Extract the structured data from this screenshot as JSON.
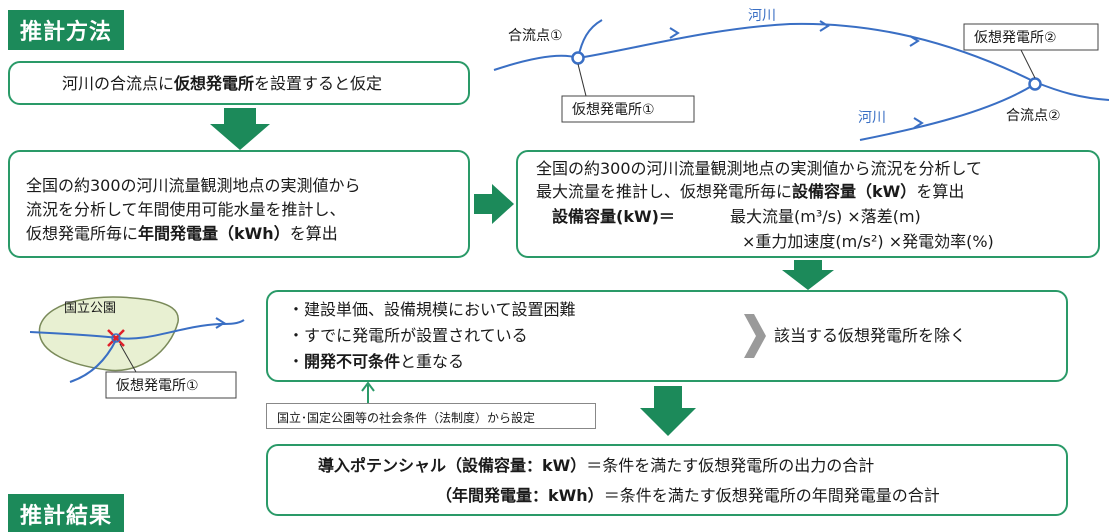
{
  "section_method": "推計方法",
  "section_result": "推計結果",
  "step1": {
    "a": "河川の合流点に",
    "b": "仮想発電所",
    "c": "を設置すると仮定"
  },
  "step2": {
    "line1": "全国の約300の河川流量観測地点の実測値から",
    "line2": "流況を分析して年間使用可能水量を推計し、",
    "line3a": "仮想発電所毎に",
    "line3b": "年間発電量（kWh）",
    "line3c": "を算出"
  },
  "step3": {
    "line1": "全国の約300の河川流量観測地点の実測値から流況を分析して",
    "line2a": "最大流量を推計し、仮想発電所毎に",
    "line2b": "設備容量（kW）",
    "line2c": "を算出",
    "formula_label": "設備容量(kW)＝",
    "formula1": "最大流量(m³/s) ×落差(m)",
    "formula2": "×重力加速度(m/s²) ×発電効率(%)"
  },
  "exclude": {
    "item1": "・建設単価、設備規模において設置困難",
    "item2": "・すでに発電所が設置されている",
    "item3a": "・",
    "item3b": "開発不可条件",
    "item3c": "と重なる",
    "result": "該当する仮想発電所を除く",
    "note": "国立･国定公園等の社会条件（法制度）から設定"
  },
  "potential": {
    "line1a": "導入ポテンシャル（設備容量：kW）",
    "line1b": "＝条件を満たす仮想発電所の出力の合計",
    "line2a": "（年間発電量：kWh）",
    "line2b": "＝条件を満たす仮想発電所の年間発電量の合計"
  },
  "river_map": {
    "river1": "河川",
    "river2": "河川",
    "confluence1": "合流点①",
    "confluence2": "合流点②",
    "plant1": "仮想発電所①",
    "plant2": "仮想発電所②"
  },
  "park_map": {
    "park": "国立公園",
    "plant": "仮想発電所①"
  },
  "colors": {
    "green": "#1c8a5a",
    "border": "#2a9a68",
    "river": "#3a6fc4"
  }
}
